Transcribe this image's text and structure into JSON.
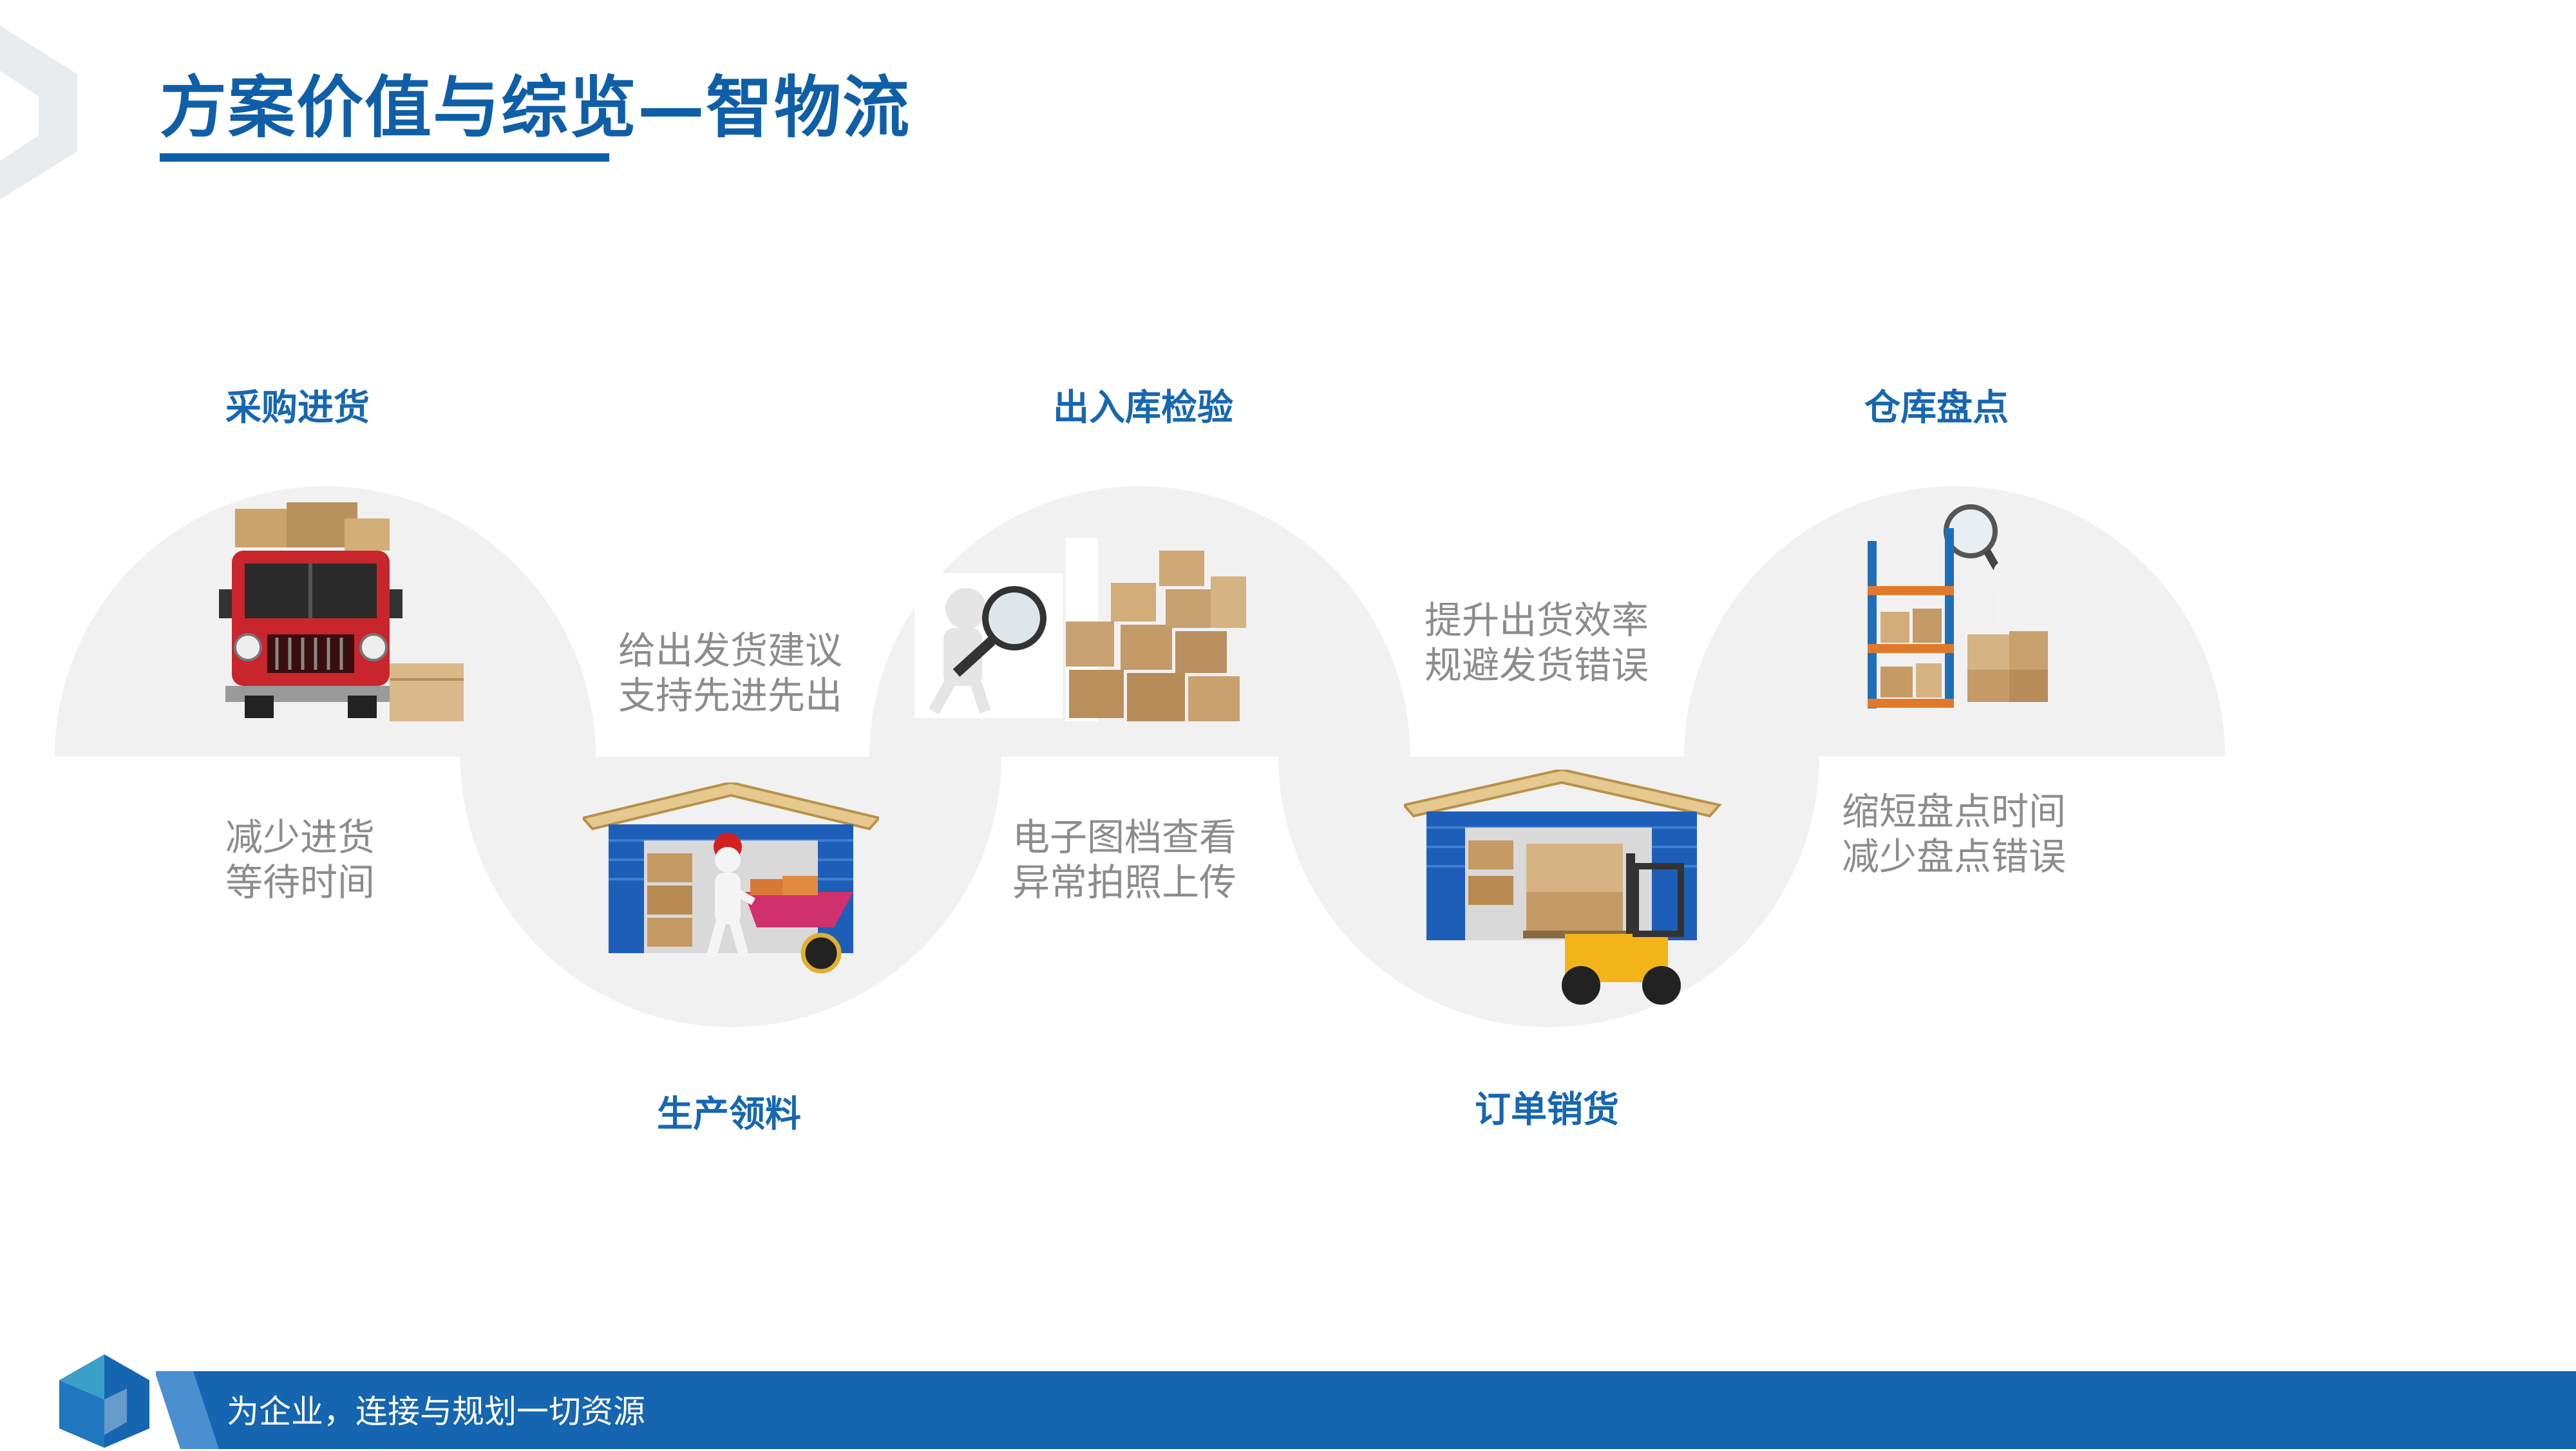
{
  "page": {
    "title": "方案价值与综览—智物流"
  },
  "stages": [
    {
      "title": "采购进货",
      "benefit_lines": [
        "减少进货",
        "等待时间"
      ],
      "illustration": "delivery-truck-icon"
    },
    {
      "title": "生产领料",
      "benefit_lines": [
        "给出发货建议",
        "支持先进先出"
      ],
      "illustration": "warehouse-worker-wheelbarrow-icon"
    },
    {
      "title": "出入库检验",
      "benefit_lines": [
        "电子图档查看",
        "异常拍照上传"
      ],
      "illustration": "magnifier-inspection-icon"
    },
    {
      "title": "订单销货",
      "benefit_lines": [
        "提升出货效率",
        "规避发货错误"
      ],
      "illustration": "warehouse-forklift-icon"
    },
    {
      "title": "仓库盘点",
      "benefit_lines": [
        "缩短盘点时间",
        "减少盘点错误"
      ],
      "illustration": "shelf-inventory-icon"
    }
  ],
  "footer": {
    "slogan": "为企业，连接与规划一切资源"
  },
  "colors": {
    "accent": "#0f5fa8",
    "footer_bar": "#1565b0",
    "stage_title": "#1767b0",
    "desc_text": "#8c8c8c",
    "wave": "#f1f1f1"
  }
}
